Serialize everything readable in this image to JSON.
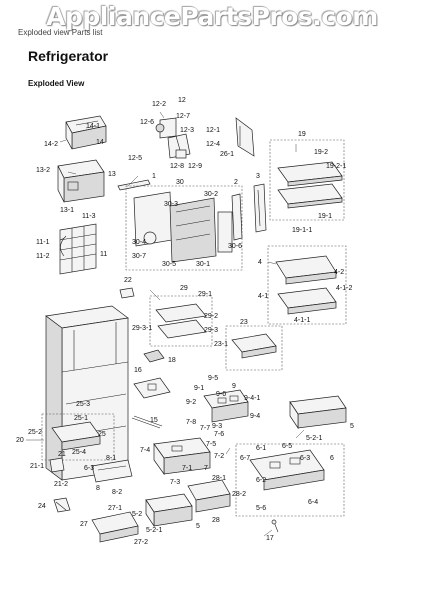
{
  "watermark": "AppliancePartsPros.com",
  "breadcrumb": "Exploded view Parts list",
  "title": "Refrigerator",
  "section": "Exploded View",
  "labels": {
    "l14_1": "14-1",
    "l14_2": "14-2",
    "l14": "14",
    "l12_2": "12-2",
    "l12": "12",
    "l12_6": "12-6",
    "l12_7": "12-7",
    "l12_3": "12-3",
    "l12_1": "12-1",
    "l12_4": "12-4",
    "l12_5": "12-5",
    "l12_8": "12-8",
    "l12_9": "12-9",
    "l26_1": "26-1",
    "l19": "19",
    "l19_2": "19-2",
    "l19_2_1": "19-2-1",
    "l19_1": "19-1",
    "l19_1_1": "19-1-1",
    "l13_2": "13-2",
    "l13": "13",
    "l13_1": "13-1",
    "l1": "1",
    "l30": "30",
    "l2": "2",
    "l3": "3",
    "l30_3": "30-3",
    "l30_2": "30-2",
    "l30_4": "30-4",
    "l30_6": "30-6",
    "l30_7": "30-7",
    "l30_5": "30-5",
    "l30_1": "30-1",
    "l11_3": "11-3",
    "l11_1": "11-1",
    "l11_2": "11-2",
    "l11": "11",
    "l4": "4",
    "l4_2": "4-2",
    "l4_1_2": "4-1-2",
    "l4_1": "4-1",
    "l4_1_1": "4-1-1",
    "l22": "22",
    "l29": "29",
    "l29_1": "29-1",
    "l29_2": "29-2",
    "l29_3_1": "29-3-1",
    "l29_3": "29-3",
    "l23": "23",
    "l23_1": "23-1",
    "l18": "18",
    "l16": "16",
    "l9_5": "9-5",
    "l9_1": "9-1",
    "l9": "9",
    "l9_2": "9-2",
    "l9_6": "9-6",
    "l9_4_1": "9-4-1",
    "l9_3": "9-3",
    "l9_4": "9-4",
    "l5": "5",
    "l5_2_1": "5-2-1",
    "l25_3": "25-3",
    "l25_1": "25-1",
    "l15": "15",
    "l20": "20",
    "l25_2": "25-2",
    "l25": "25",
    "l25_4": "25-4",
    "l7_8": "7-8",
    "l7_7": "7-7",
    "l7_6": "7-6",
    "l7_5": "7-5",
    "l7_4": "7-4",
    "l7_2": "7-2",
    "l7_1": "7-1",
    "l7": "7",
    "l7_3": "7-3",
    "l6_5": "6-5",
    "l6_1": "6-1",
    "l6_7": "6-7",
    "l6_3": "6-3",
    "l6": "6",
    "l6_2": "6-2",
    "l6_4": "6-4",
    "l5_6": "5-6",
    "l21_1": "21-1",
    "l21": "21",
    "l21_2": "21-2",
    "l8_1": "8-1",
    "l6_3b": "6-3",
    "l8": "8",
    "l8_2": "8-2",
    "l28_1": "28-1",
    "l28_2": "28-2",
    "l28": "28",
    "l24": "24",
    "l5_2": "5-2",
    "l5_2_1b": "5-2-1",
    "l5b": "5",
    "l27_1": "27-1",
    "l27": "27",
    "l27_2": "27-2",
    "l17": "17"
  },
  "icons": [
    "fridge-body-icon",
    "crisper-drawer-icon",
    "shelf-icon",
    "ice-maker-icon"
  ]
}
